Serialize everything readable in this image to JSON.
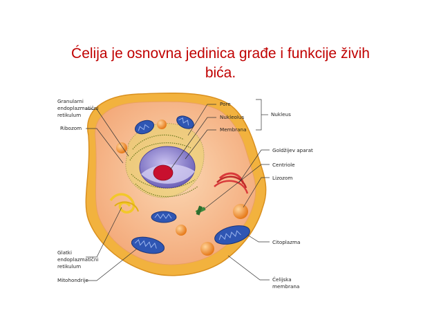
{
  "title": {
    "line1": "Ćelija je osnovna jedinica građe i funkcije živih",
    "line2": "bića."
  },
  "labels": {
    "granular_er_1": "Granularni",
    "granular_er_2": "endoplazmatični",
    "granular_er_3": "retikulum",
    "ribosome": "Ribozom",
    "pore": "Pore",
    "nucleolus": "Nukleolus",
    "membrane": "Membrana",
    "nucleus": "Nukleus",
    "golgi": "Goldžijev aparat",
    "centrioles": "Centriole",
    "lysosome": "Lizozom",
    "cytoplasm": "Citoplazma",
    "smooth_er_1": "Glatki",
    "smooth_er_2": "endoplazmatični",
    "smooth_er_3": "retikulum",
    "mitochondria": "Mitohondrije",
    "cell_membrane_1": "Ćelijska",
    "cell_membrane_2": "membrana"
  },
  "colors": {
    "title": "#c00000",
    "membrane_outer": "#f2b23e",
    "cytoplasm": "#f5b68a",
    "mitochondria": "#2f56b3",
    "nucleus": "#8a7fcf",
    "nucleolus": "#c8102e",
    "lysosome": "#f08a24",
    "golgi": "#d93a3a",
    "smooth_er": "#f2c82a"
  }
}
